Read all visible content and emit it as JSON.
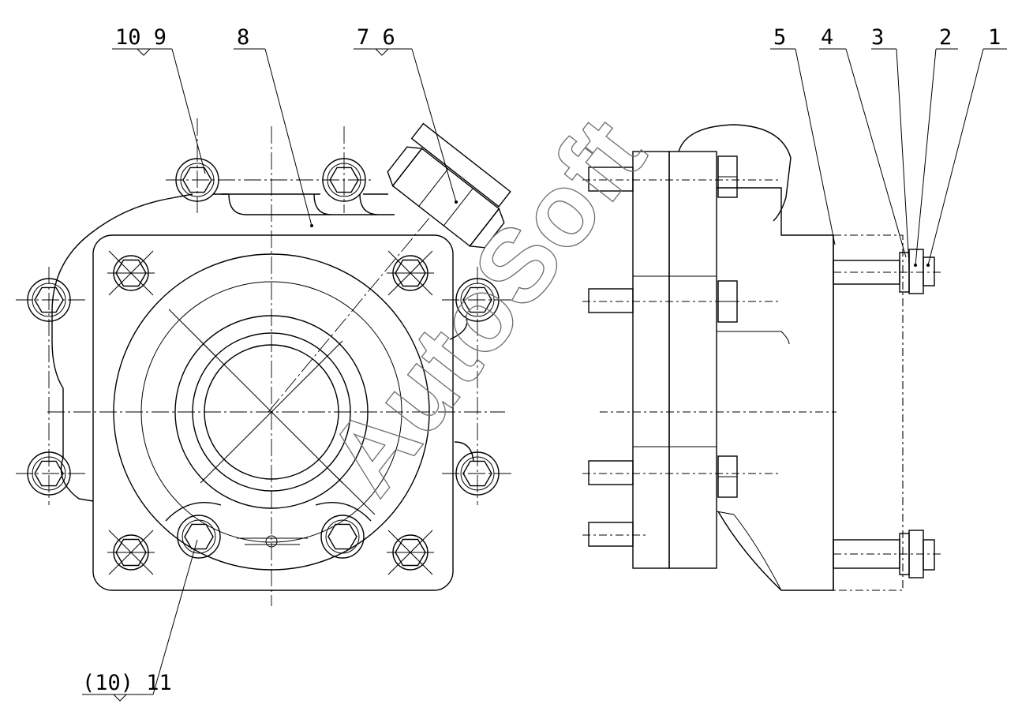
{
  "callouts": {
    "c10_9": "10 9",
    "c8": "8",
    "c7_6": "7 6",
    "c5": "5",
    "c4": "4",
    "c3": "3",
    "c2": "2",
    "c1": "1",
    "c10_11": "(10) 11"
  },
  "watermark": "AutoSoft"
}
